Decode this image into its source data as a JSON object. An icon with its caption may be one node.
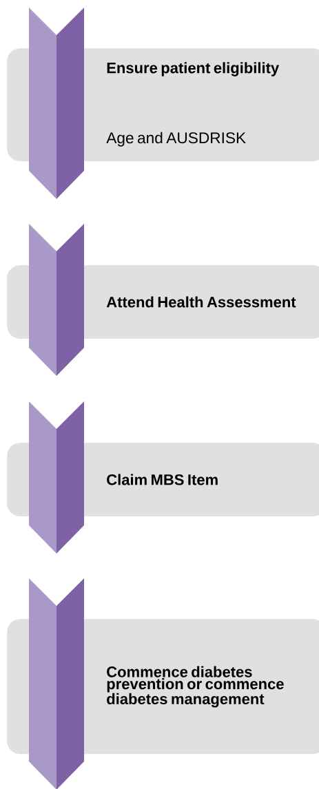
{
  "diagram": {
    "nodes": [
      {
        "text": [
          "Ensure patient eligibility",
          "Age and AUSDRISK"
        ]
      },
      {
        "text": [
          "Attend Health Assessment"
        ]
      },
      {
        "text": [
          "Claim MBS Item"
        ]
      },
      {
        "text": [
          "Commence diabetes prevention or commence diabetes management"
        ]
      }
    ]
  }
}
